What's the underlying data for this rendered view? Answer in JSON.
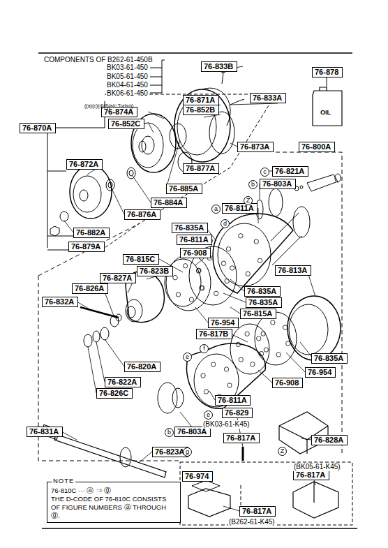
{
  "diagram": {
    "nodes": [
      {
        "text": [
          "76-833B"
        ]
      },
      {
        "text": [
          "76-833A"
        ]
      },
      {
        "text": [
          "76-871A"
        ]
      },
      {
        "text": [
          "76-852B"
        ]
      },
      {
        "text": [
          "76-874A"
        ]
      },
      {
        "text": [
          "76-852C"
        ]
      },
      {
        "text": [
          "76-870A"
        ]
      },
      {
        "text": [
          "76-878"
        ]
      },
      {
        "text": [
          "76-873A"
        ]
      },
      {
        "text": [
          "76-800A"
        ]
      },
      {
        "text": [
          "76-872A"
        ]
      },
      {
        "text": [
          "76-877A"
        ]
      },
      {
        "text": [
          "76-821A"
        ]
      },
      {
        "text": [
          "76-803A"
        ]
      },
      {
        "text": [
          "76-885A"
        ]
      },
      {
        "text": [
          "76-884A"
        ]
      },
      {
        "text": [
          "76-811A"
        ]
      },
      {
        "text": [
          "76-876A"
        ]
      },
      {
        "text": [
          "76-835A"
        ]
      },
      {
        "text": [
          "76-882A"
        ]
      },
      {
        "text": [
          "76-811A"
        ]
      },
      {
        "text": [
          "76-879A"
        ]
      },
      {
        "text": [
          "76-908"
        ]
      },
      {
        "text": [
          "76-815C"
        ]
      },
      {
        "text": [
          "76-823B"
        ]
      },
      {
        "text": [
          "76-813A"
        ]
      },
      {
        "text": [
          "76-827A"
        ]
      },
      {
        "text": [
          "76-826A"
        ]
      },
      {
        "text": [
          "76-832A"
        ]
      },
      {
        "text": [
          "76-835A"
        ]
      },
      {
        "text": [
          "76-835A"
        ]
      },
      {
        "text": [
          "76-815A"
        ]
      },
      {
        "text": [
          "76-954"
        ]
      },
      {
        "text": [
          "76-817B"
        ]
      },
      {
        "text": [
          "76-835A"
        ]
      },
      {
        "text": [
          "76-820A"
        ]
      },
      {
        "text": [
          "76-954"
        ]
      },
      {
        "text": [
          "76-822A"
        ]
      },
      {
        "text": [
          "76-908"
        ]
      },
      {
        "text": [
          "76-826C"
        ]
      },
      {
        "text": [
          "76-811A"
        ]
      },
      {
        "text": [
          "76-829"
        ]
      },
      {
        "text": [
          "76-803A"
        ]
      },
      {
        "text": [
          "76-831A"
        ]
      },
      {
        "text": [
          "76-817A"
        ]
      },
      {
        "text": [
          "76-828A"
        ]
      },
      {
        "text": [
          "76-823A"
        ]
      },
      {
        "text": [
          "76-974"
        ]
      },
      {
        "text": [
          "76-817A"
        ]
      },
      {
        "text": [
          "76-817A"
        ]
      },
      {
        "text": [
          "NOTE",
          "76-810C ··· ⓐ ⇒ ⓖ",
          "THE D-CODE OF 76-810C CONSISTS OF FIGURE NUMBERS ⓐ THROUGH ⓖ."
        ]
      }
    ],
    "labels": [
      "COMPONENTS OF  B262-61-450B",
      "BK03-61-450",
      "BK05-61-450",
      "BK04-61-450",
      "BK06-61-450",
      "((a)(c)(d)(f)(a/c Turbo))",
      "OIL",
      "c",
      "b",
      "Z",
      "a",
      "d",
      "f",
      "e",
      "e",
      "b",
      "g",
      "Z",
      "(BK03-61-K45)",
      "(BK05-61-K45)",
      "(B262-61-K45)"
    ]
  }
}
